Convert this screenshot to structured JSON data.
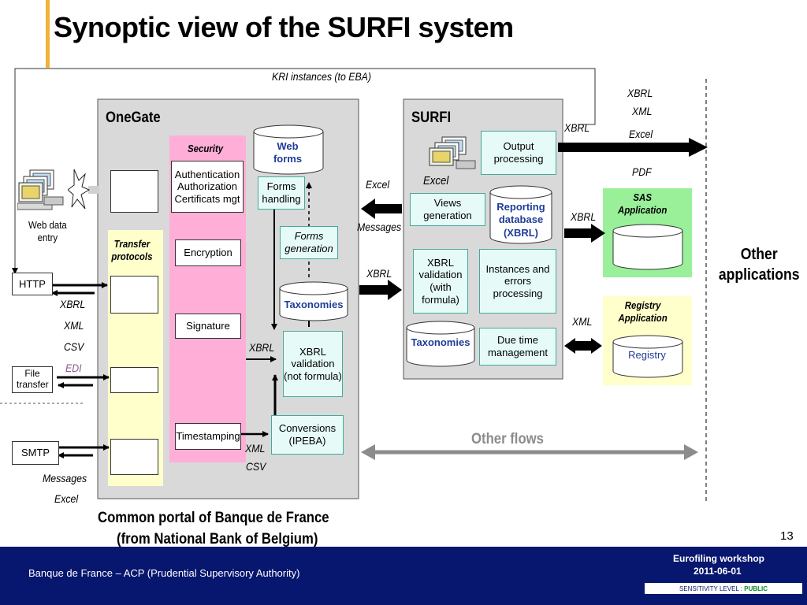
{
  "page": {
    "title": "Synoptic view of the SURFI system",
    "page_number": "13"
  },
  "onegate": {
    "title": "OneGate",
    "security": "Security",
    "auth": "Authentication Authorization Certificats mgt",
    "encryption": "Encryption",
    "signature": "Signature",
    "timestamping": "Timestamping",
    "transfer_protocols": "Transfer protocols",
    "web_forms": "Web forms",
    "forms_handling": "Forms handling",
    "forms_generation": "Forms generation",
    "taxonomies": "Taxonomies",
    "xbrl_validation": "XBRL validation (not formula)",
    "conversions": "Conversions (IPEBA)",
    "caption_line1": "Common portal of Banque de France",
    "caption_line2": "(from National Bank of Belgium)"
  },
  "surfi": {
    "title": "SURFI",
    "excel": "Excel",
    "output_processing": "Output processing",
    "views_generation": "Views generation",
    "reporting_db": "Reporting database (XBRL)",
    "xbrl_validation": "XBRL validation (with formula)",
    "instances": "Instances and errors processing",
    "taxonomies": "Taxonomies",
    "due_time": "Due time management"
  },
  "left": {
    "web_data_entry": "Web data entry",
    "http": "HTTP",
    "file_transfer": "File transfer",
    "smtp": "SMTP",
    "fmt_xbrl": "XBRL",
    "fmt_xml": "XML",
    "fmt_csv": "CSV",
    "fmt_edi": "EDI",
    "messages": "Messages",
    "excel": "Excel"
  },
  "flows": {
    "kri": "KRI instances (to EBA)",
    "excel_mid": "Excel",
    "messages_mid": "Messages",
    "xbrl_mid": "XBRL",
    "xbrl_inner": "XBRL",
    "xml_inner": "XML",
    "csv_inner": "CSV",
    "out_xbrl_top": "XBRL",
    "out_xml": "XML",
    "out_xbrl_right": "XBRL",
    "out_excel": "Excel",
    "out_pdf": "PDF",
    "xbrl_sas": "XBRL",
    "xml_registry": "XML",
    "other_flows": "Other flows"
  },
  "right": {
    "sas": "SAS Application",
    "registry_app": "Registry Application",
    "registry": "Registry",
    "other_applications": "Other applications"
  },
  "footer": {
    "org": "Banque de France – ACP (Prudential Supervisory Authority)",
    "event": "Eurofiling workshop",
    "date": "2011-06-01",
    "sensitivity": "SENSITIVITY LEVEL :",
    "sensitivity_value": "PUBLIC"
  },
  "colors": {
    "onegate_bg": "#d9d9d9",
    "security_bg": "#ffaed8",
    "transfer_bg": "#ffffcc",
    "green_box_bg": "#e6fbf7",
    "sas_bg": "#99f099",
    "registry_bg": "#ffffcc",
    "footer_bg": "#07166e",
    "accent": "#f2b13a"
  }
}
